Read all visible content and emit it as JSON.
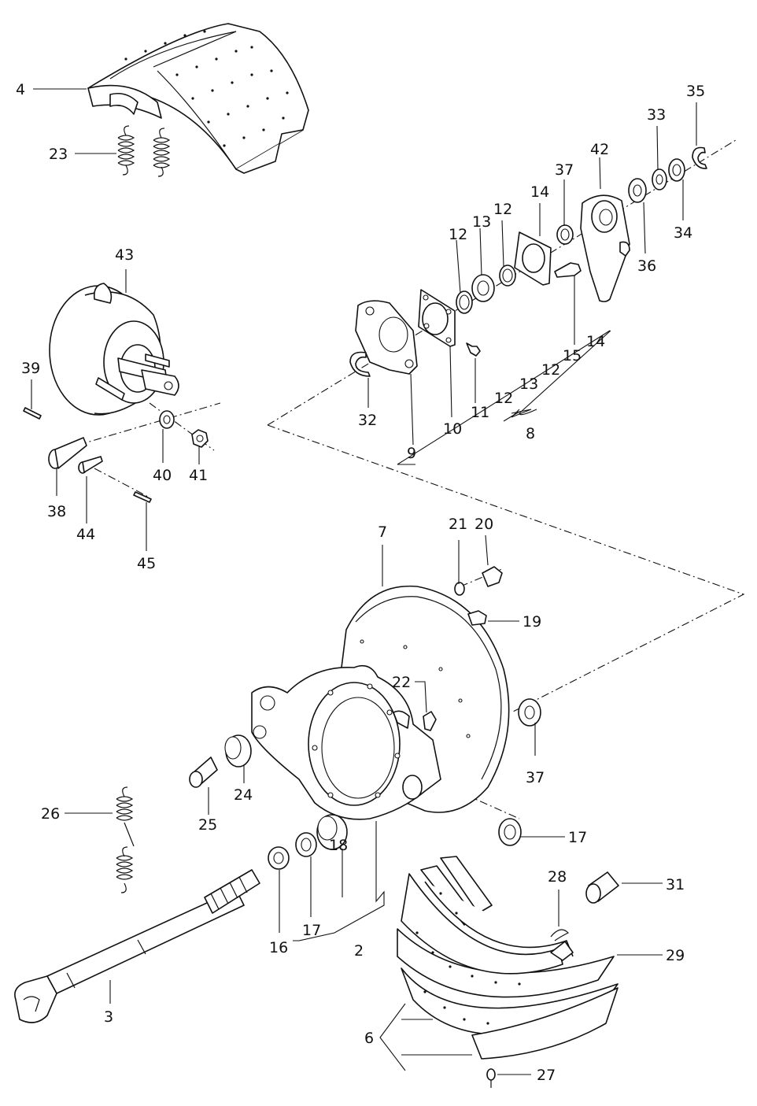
{
  "diagram": {
    "labels": {
      "p2": "2",
      "p3": "3",
      "p4": "4",
      "p6": "6",
      "p7": "7",
      "p8": "8",
      "p9": "9",
      "p10": "10",
      "p11": "11",
      "p12a": "12",
      "p12b": "12",
      "p12c": "12",
      "p12d": "12",
      "p13a": "13",
      "p13b": "13",
      "p14a": "14",
      "p14b": "14",
      "p15": "15",
      "p16": "16",
      "p17a": "17",
      "p17b": "17",
      "p18": "18",
      "p19": "19",
      "p20": "20",
      "p21": "21",
      "p22": "22",
      "p23": "23",
      "p24": "24",
      "p25": "25",
      "p26": "26",
      "p27": "27",
      "p28": "28",
      "p29": "29",
      "p31": "31",
      "p32": "32",
      "p33": "33",
      "p34": "34",
      "p35": "35",
      "p36": "36",
      "p37a": "37",
      "p37b": "37",
      "p38": "38",
      "p39": "39",
      "p40": "40",
      "p41": "41",
      "p42": "42",
      "p43": "43",
      "p44": "44",
      "p45": "45"
    }
  }
}
